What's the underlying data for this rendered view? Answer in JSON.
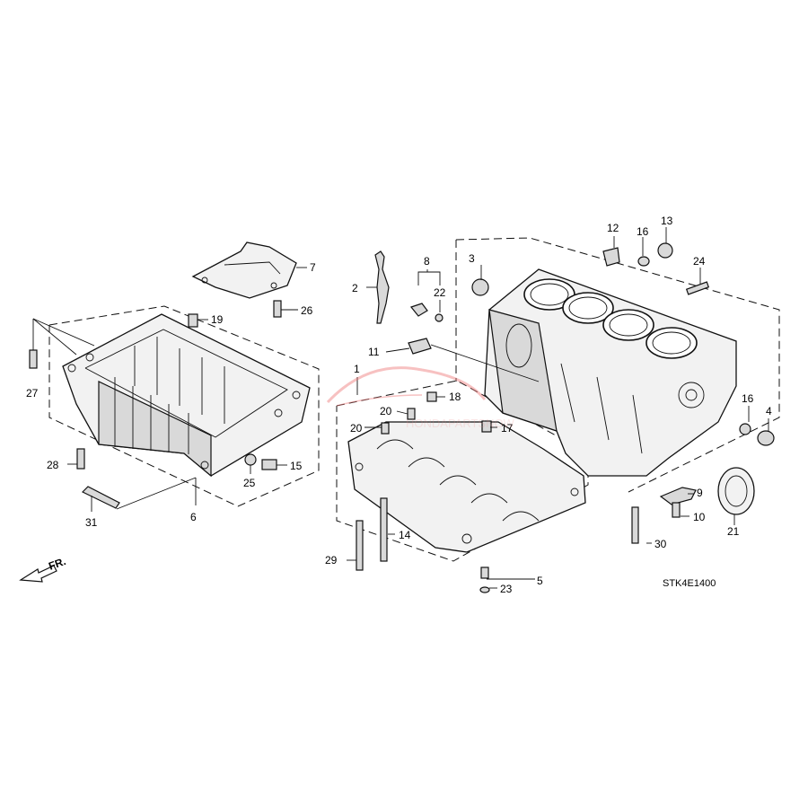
{
  "diagram": {
    "code": "STK4E1400",
    "front_label": "FR.",
    "watermark": "HONDAPARTSNOW",
    "callouts": {
      "c1": "1",
      "c2": "2",
      "c3": "3",
      "c4": "4",
      "c5": "5",
      "c6": "6",
      "c7": "7",
      "c8": "8",
      "c9": "9",
      "c10": "10",
      "c11": "11",
      "c12": "12",
      "c13": "13",
      "c14": "14",
      "c15": "15",
      "c16a": "16",
      "c16b": "16",
      "c17": "17",
      "c18": "18",
      "c19": "19",
      "c20a": "20",
      "c20b": "20",
      "c21": "21",
      "c22": "22",
      "c23": "23",
      "c24": "24",
      "c25": "25",
      "c26": "26",
      "c27": "27",
      "c28": "28",
      "c29": "29",
      "c30": "30",
      "c31": "31"
    }
  }
}
